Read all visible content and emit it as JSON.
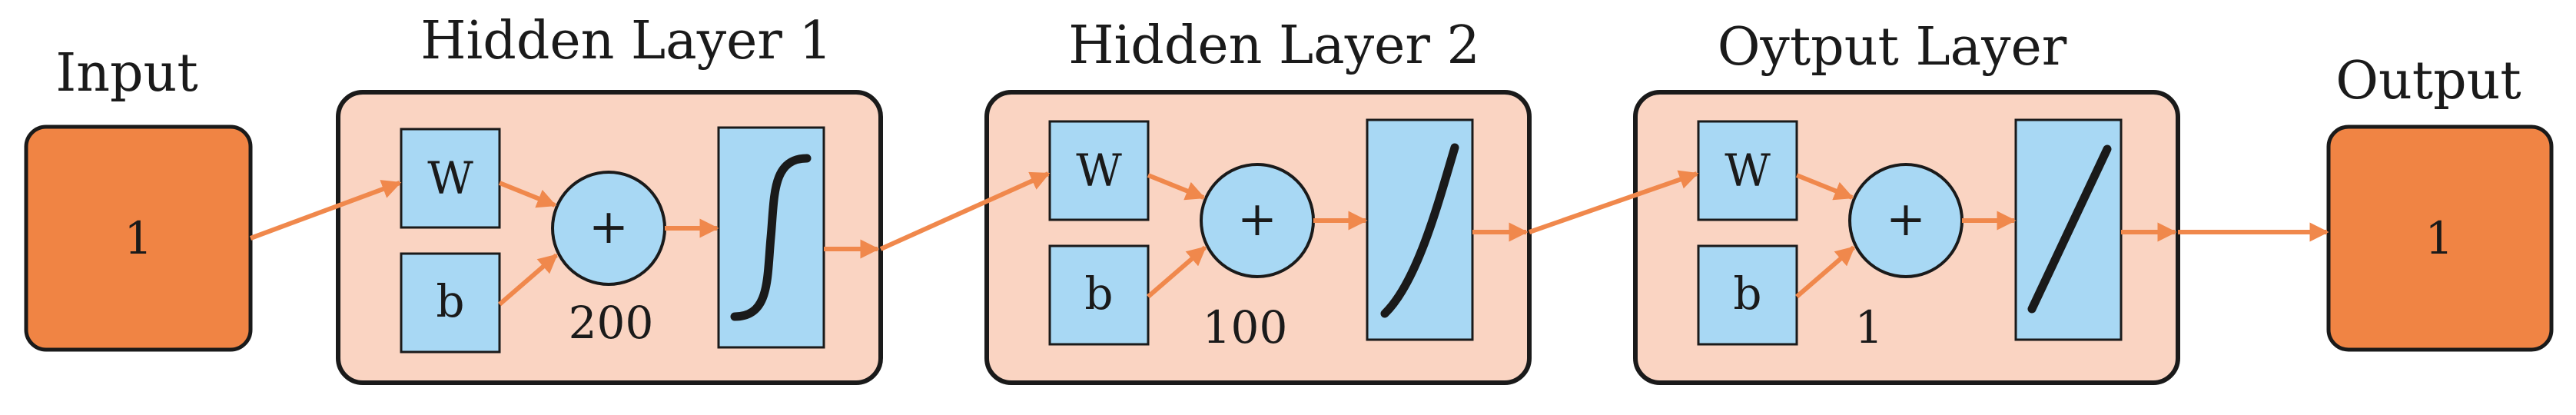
{
  "input": {
    "title": "Input",
    "value": "1"
  },
  "output": {
    "title": "Output",
    "value": "1"
  },
  "layers": [
    {
      "title": "Hidden Layer 1",
      "weight": "W",
      "bias": "b",
      "sum": "+",
      "size": "200",
      "activation": "sigmoid"
    },
    {
      "title": "Hidden Layer 2",
      "weight": "W",
      "bias": "b",
      "sum": "+",
      "size": "100",
      "activation": "tansig"
    },
    {
      "title": "Oytput Layer",
      "weight": "W",
      "bias": "b",
      "sum": "+",
      "size": "1",
      "activation": "linear"
    }
  ],
  "colors": {
    "io_fill": "#f08444",
    "layer_fill": "#fad4c2",
    "block_fill": "#a8d8f4",
    "arrow": "#f0884c",
    "stroke": "#1a1a1a"
  }
}
